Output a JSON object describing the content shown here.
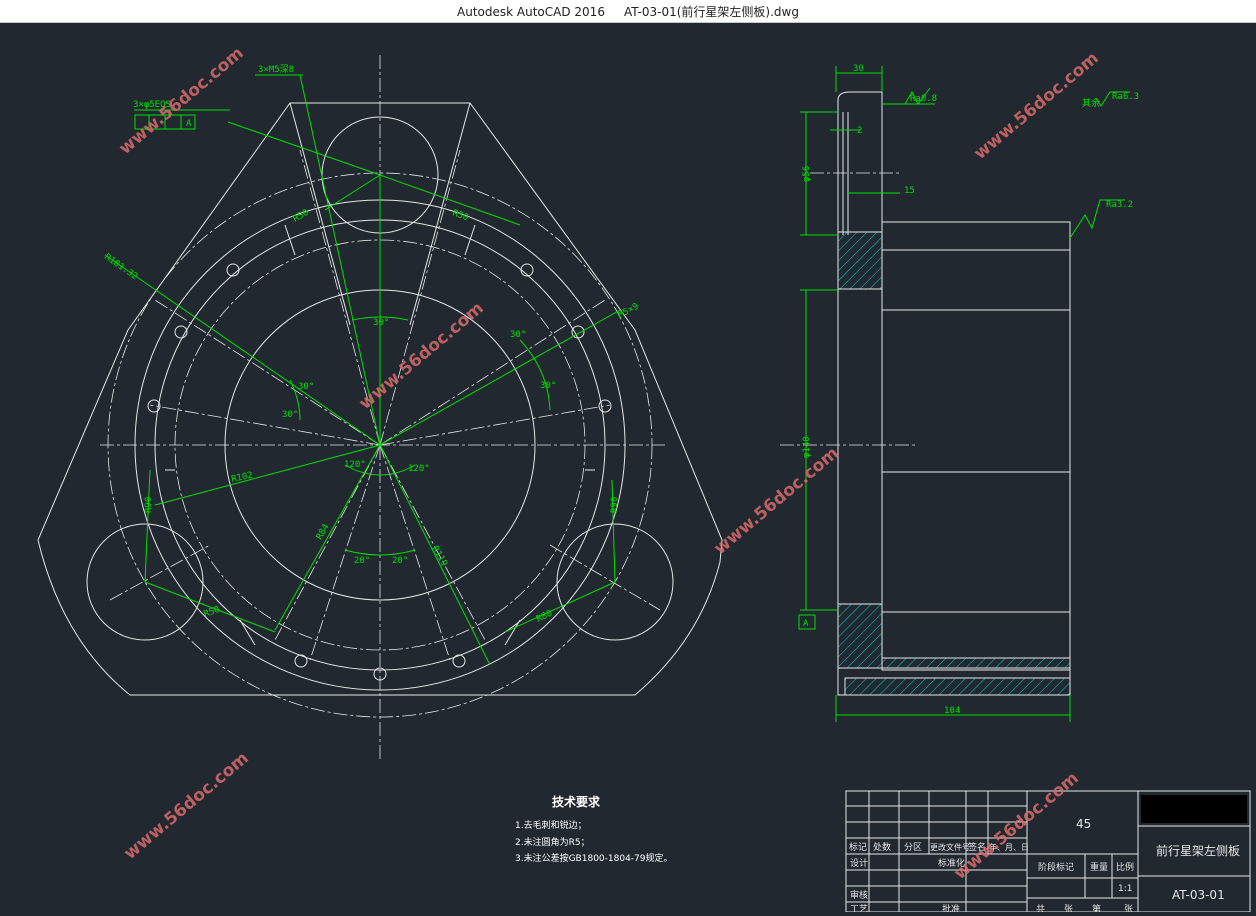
{
  "window": {
    "app_title": "Autodesk AutoCAD 2016",
    "file_name": "AT-03-01(前行星架左侧板).dwg"
  },
  "dimensions": {
    "front": [
      "3×M5深8",
      "3×φ5EQS",
      "R50",
      "R50",
      "R181.32",
      "M5×9",
      "30°",
      "30°",
      "30°",
      "30°",
      "30°",
      "120°",
      "120°",
      "R102",
      "20°",
      "20°",
      "R90",
      "R90",
      "R80",
      "R84",
      "R119",
      "R50"
    ],
    "side": [
      "30",
      "Ra0.8",
      "2",
      "φ56",
      "15",
      "Ra3.2",
      "φ140",
      "A",
      "104"
    ],
    "rest_roughness": "Ra6.3",
    "rest_label": "其余"
  },
  "tech_req": {
    "title": "技术要求",
    "items": [
      "1.去毛刺和锐边；",
      "2.未注圆角为R5；",
      "3.未注公差按GB1800-1804-79规定。"
    ]
  },
  "title_block": {
    "material": "45",
    "part_name": "前行星架左侧板",
    "drawing_no": "AT-03-01",
    "scale": "1:1",
    "headers": [
      "标记",
      "处数",
      "分区",
      "更改文件号",
      "签名",
      "年、月、日"
    ],
    "design": "设计",
    "standard": "标准化",
    "stage_mark": "阶段标记",
    "weight": "重量",
    "ratio": "比例",
    "review": "审核",
    "craft": "工艺",
    "approve": "批准",
    "bottom_row": [
      "共",
      "张",
      "第",
      "张"
    ]
  },
  "watermark": "www.56doc.com"
}
